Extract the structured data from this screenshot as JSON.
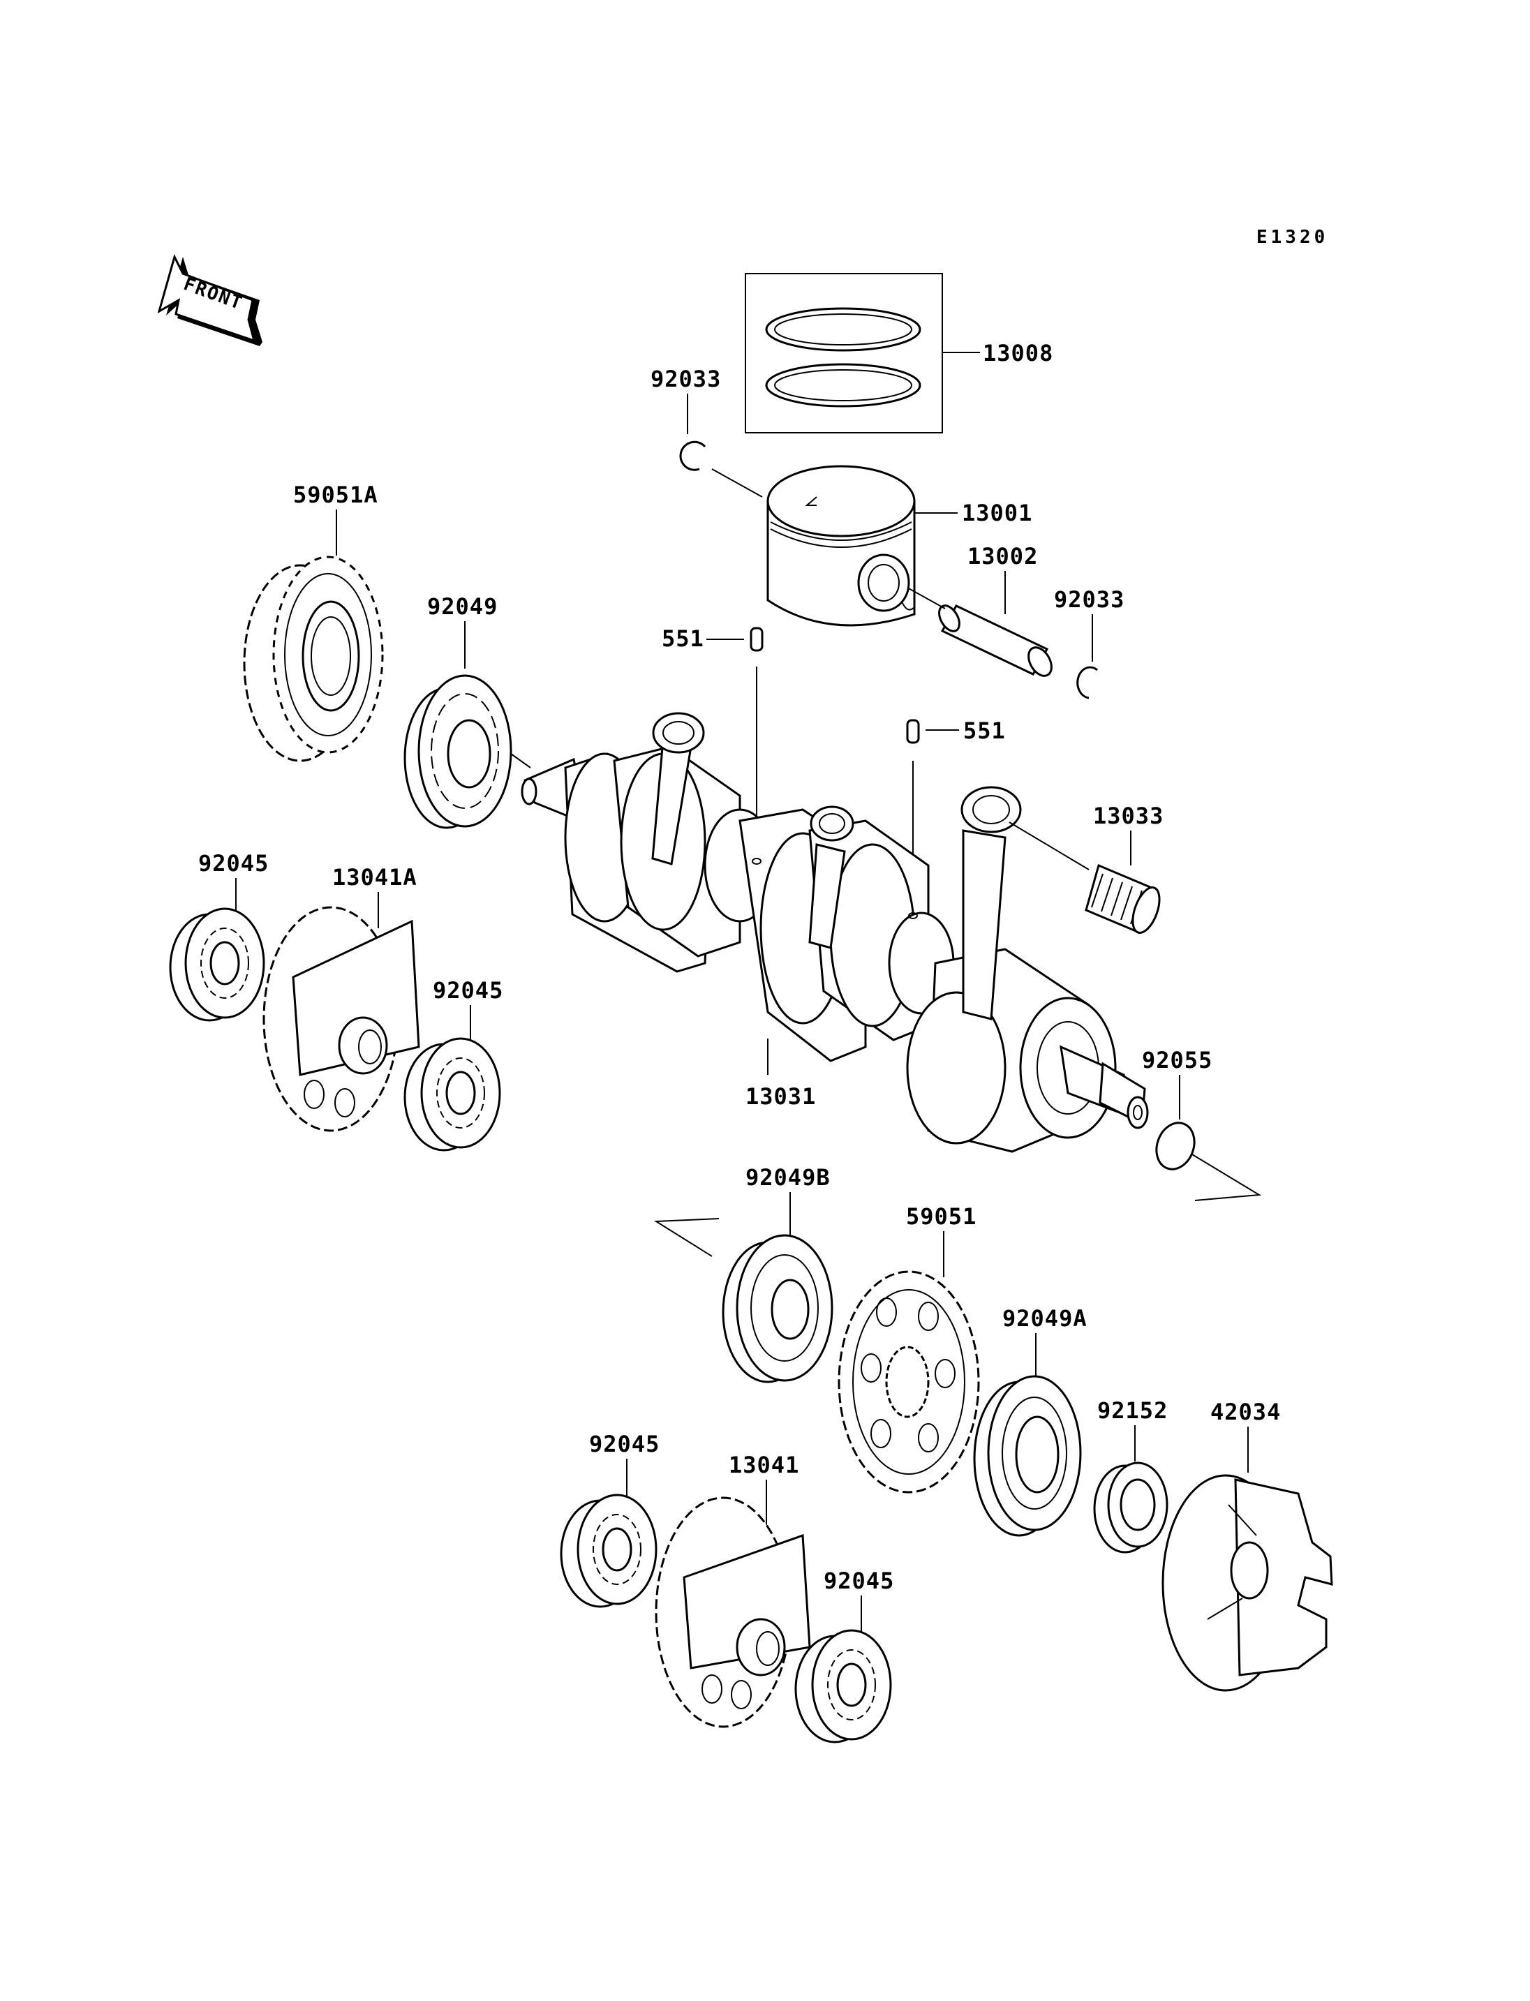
{
  "diagram_code": "E1320",
  "front_label": "FRONT",
  "labels": {
    "ring_set": "13008",
    "circlip_top": "92033",
    "piston": "13001",
    "piston_pin": "13002",
    "circlip_right": "92033",
    "pin_left": "551",
    "pin_right": "551",
    "gear_59051a": "59051A",
    "seal_92049": "92049",
    "needle_bearing": "13033",
    "bearing_left_top": "92045",
    "balancer_13041a": "13041A",
    "bearing_left_bottom": "92045",
    "crankshaft": "13031",
    "oring": "92055",
    "seal_92049b": "92049B",
    "gear_59051": "59051",
    "seal_92049a": "92049A",
    "collar": "92152",
    "coupling": "42034",
    "bearing_bottom_left": "92045",
    "balancer_13041": "13041",
    "bearing_bottom_right": "92045"
  }
}
